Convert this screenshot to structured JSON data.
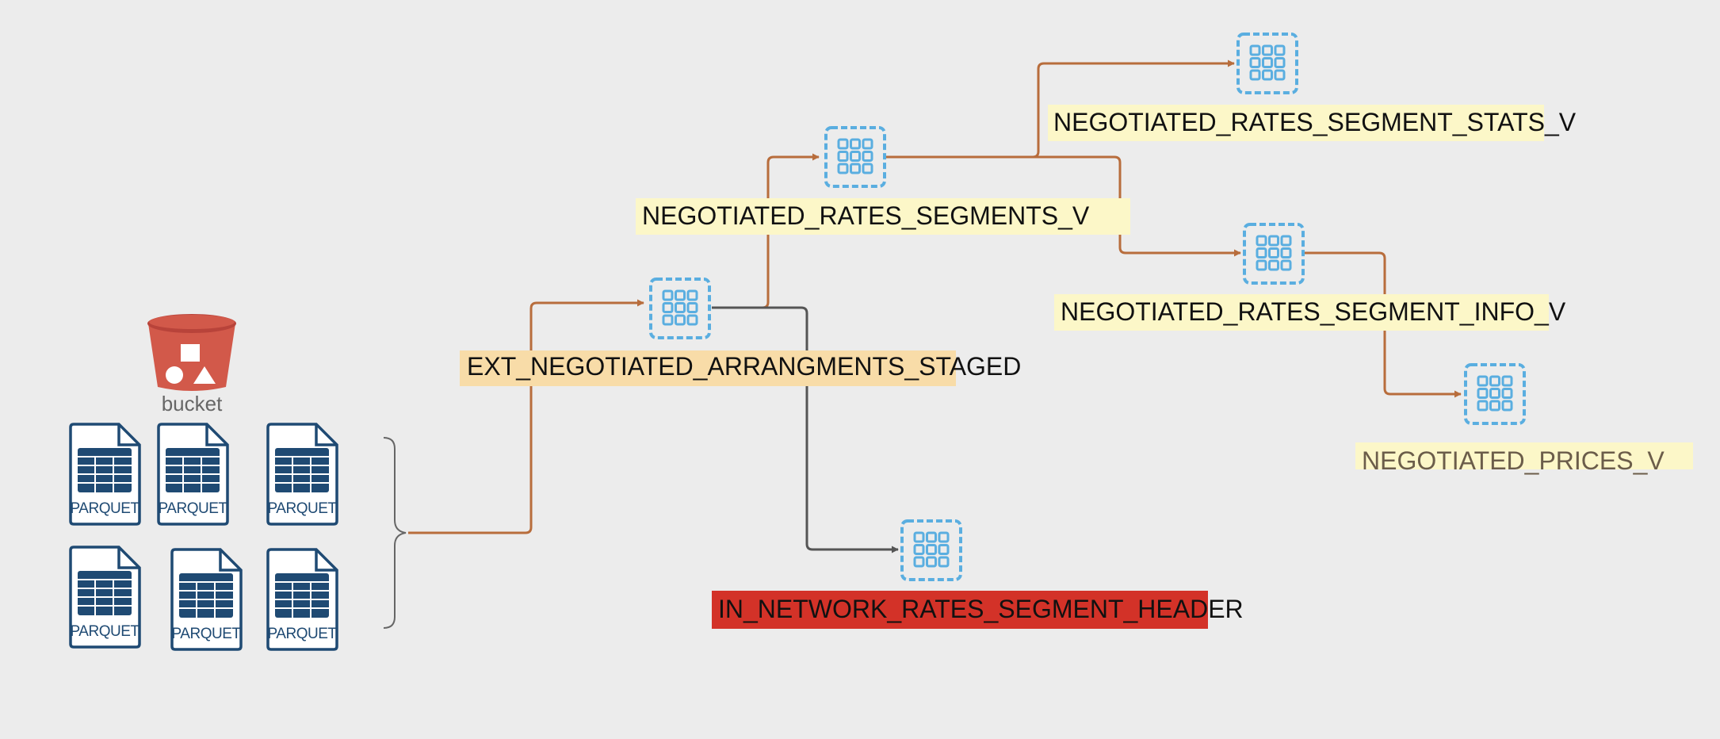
{
  "bucket": {
    "label": "bucket"
  },
  "parquet": {
    "label": "PARQUET"
  },
  "nodes": {
    "ext_staged": {
      "label": "EXT_NEGOTIATED_ARRANGMENTS_STAGED",
      "highlight": "#f8dca8"
    },
    "segments_v": {
      "label": "NEGOTIATED_RATES_SEGMENTS_V",
      "highlight": "#fcf7c8"
    },
    "segment_stats_v": {
      "label": "NEGOTIATED_RATES_SEGMENT_STATS_V",
      "highlight": "#fcf7c8"
    },
    "segment_info_v": {
      "label": "NEGOTIATED_RATES_SEGMENT_INFO_V",
      "highlight": "#fcf7c8"
    },
    "prices_v": {
      "label": "NEGOTIATED_PRICES_V",
      "highlight": "#fcf7c8"
    },
    "in_network_header": {
      "label": "IN_NETWORK_RATES_SEGMENT_HEADER",
      "highlight": "#d33228"
    }
  },
  "colors": {
    "background": "#ececec",
    "flow_arrow": "#b86d3c",
    "gray_arrow": "#555555",
    "node_icon": "#5aaee0",
    "file_icon": "#1f4a73",
    "bucket": "#d2594a"
  }
}
